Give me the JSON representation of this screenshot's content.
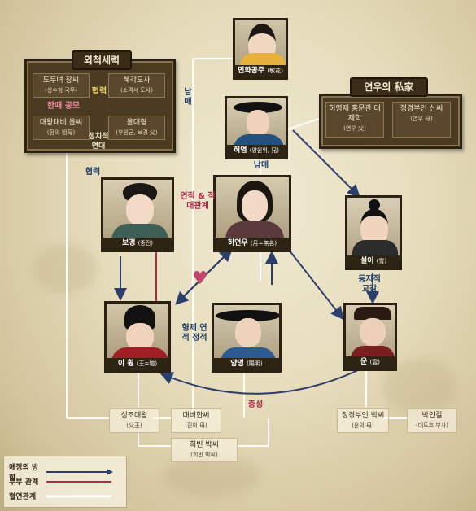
{
  "groups": {
    "maternal": {
      "title": "외척세력"
    },
    "yeonwoo_family": {
      "title": "연우의 私家"
    }
  },
  "maternal_cells": [
    {
      "name": "도무녀 장씨",
      "sub": "(성수청 국무)"
    },
    {
      "name": "혜각도사",
      "sub": "(소격서 도사)"
    },
    {
      "name": "대왕대비 윤씨",
      "sub": "(훤의 祖母)"
    },
    {
      "name": "윤대형",
      "sub": "(부원군, 보경 父)"
    }
  ],
  "maternal_labels": {
    "cooperate": "협력",
    "common": "한때 공모",
    "political": "정치적 연대"
  },
  "family_cells": [
    {
      "name": "허영재 홍문관 대제학",
      "sub": "(연우 父)"
    },
    {
      "name": "정경부인 신씨",
      "sub": "(연우 母)"
    }
  ],
  "characters": {
    "minhwa": {
      "name": "민화공주",
      "sub": "(敏花)",
      "color": "#e7b13a"
    },
    "heoyeom": {
      "name": "허염",
      "sub": "(양원위, 兄)",
      "color": "#24507e"
    },
    "bogyeong": {
      "name": "보경",
      "sub": "(중전)",
      "color": "#3d5f55"
    },
    "yeonwoo": {
      "name": "허연우",
      "sub": "(月=無名)",
      "color": "#5b3a3c"
    },
    "seol": {
      "name": "설이",
      "sub": "(雪)",
      "color": "#2c2c2c"
    },
    "hwon": {
      "name": "이 훤",
      "sub": "(王=暄)",
      "color": "#a11f24"
    },
    "yangmyeong": {
      "name": "양명",
      "sub": "(陽明)",
      "color": "#2b5b92"
    },
    "woon": {
      "name": "운",
      "sub": "(雲)",
      "color": "#7a1f1f"
    }
  },
  "relations": {
    "sibling_left": "남매",
    "sibling_right": "남매",
    "cooperate2": "협력",
    "rivalry": "연적 & 적대관계",
    "brothers": "형제 연적 정적",
    "comrades": "동지적 교감",
    "loyalty": "충성"
  },
  "parents": [
    {
      "name": "성조대왕",
      "sub": "(父王)"
    },
    {
      "name": "대비한씨",
      "sub": "(훤의 母)"
    },
    {
      "name": "희빈 박씨",
      "sub": "(희빈 박씨)"
    },
    {
      "name": "정경부인 박씨",
      "sub": "(운의 母)"
    },
    {
      "name": "박인걸",
      "sub": "(대도호 부사)"
    }
  ],
  "legend": [
    {
      "label": "애정의 방향",
      "color": "#2c3e6b"
    },
    {
      "label": "부부 관계",
      "color": "#b0284a"
    },
    {
      "label": "혈연관계",
      "color": "#ffffff"
    }
  ]
}
